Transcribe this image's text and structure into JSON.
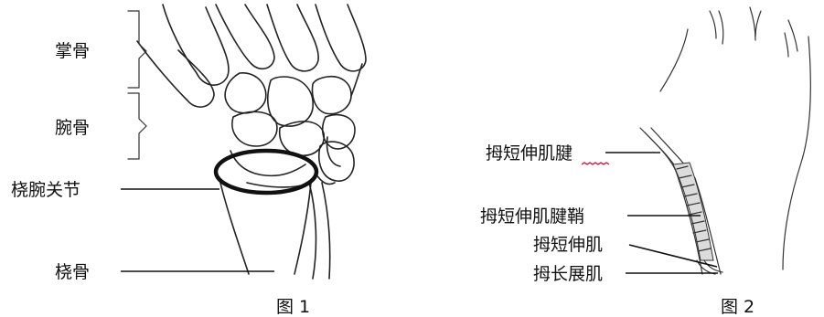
{
  "figure1": {
    "caption": "图 1",
    "labels": {
      "metacarpal": "掌骨",
      "carpal": "腕骨",
      "radiocarpal_joint": "桡腕关节",
      "radius": "桡骨"
    }
  },
  "figure2": {
    "caption": "图 2",
    "labels": {
      "epb_tendon": "拇短伸肌腱",
      "epb_tendon_sheath": "拇短伸肌腱鞘",
      "epb_muscle": "拇短伸肌",
      "apl_muscle": "拇长展肌"
    }
  },
  "colors": {
    "line": "#222222",
    "spellcheck_underline": "#e0002b",
    "background": "#ffffff"
  }
}
